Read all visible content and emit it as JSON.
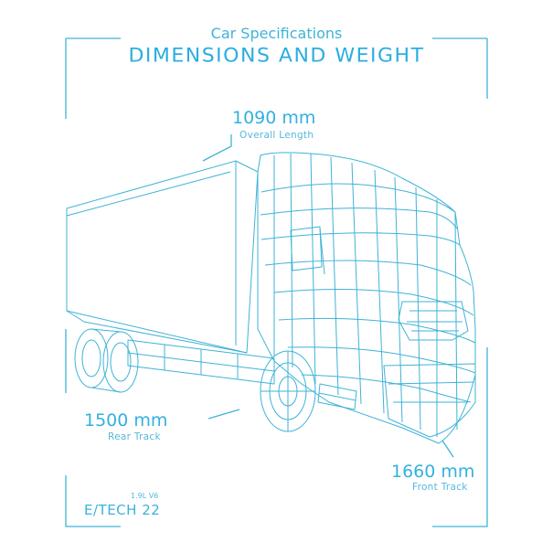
{
  "header": {
    "subtitle": "Car Specifications",
    "title": "DIMENSIONS AND WEIGHT"
  },
  "specs": {
    "length": {
      "value": "1090 mm",
      "label": "Overall Length"
    },
    "rear_track": {
      "value": "1500 mm",
      "label": "Rear Track"
    },
    "front_track": {
      "value": "1660 mm",
      "label": "Front Track"
    }
  },
  "footer": {
    "engine": "1.9L V6",
    "model": "E/TECH 22"
  },
  "colors": {
    "line": "#3fb3d6",
    "background": "#ffffff"
  },
  "illustration": "wireframe-truck"
}
